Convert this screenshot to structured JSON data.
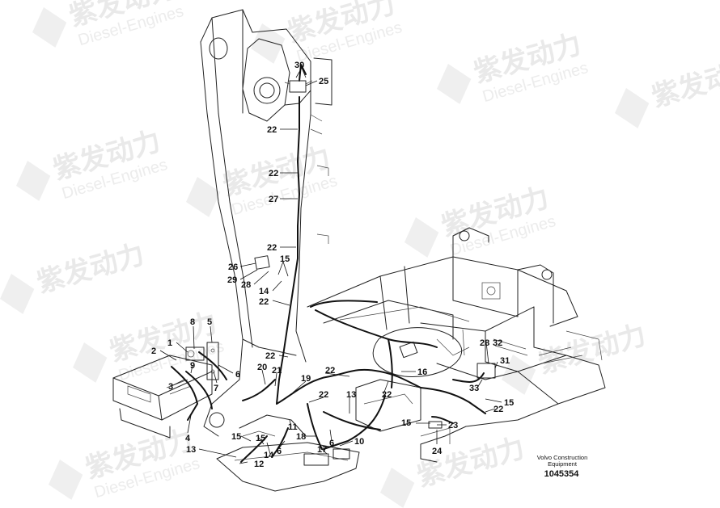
{
  "watermark": {
    "brand_cn": "紫发动力",
    "brand_en": "Diesel-Engines"
  },
  "callouts": [
    "1",
    "2",
    "3",
    "4",
    "5",
    "6",
    "7",
    "8",
    "9",
    "10",
    "11",
    "12",
    "13",
    "14",
    "15",
    "16",
    "17",
    "18",
    "19",
    "20",
    "21",
    "22",
    "23",
    "24",
    "25",
    "26",
    "27",
    "28",
    "29",
    "30",
    "31",
    "32",
    "33"
  ],
  "footer": {
    "maker_line1": "Volvo Construction",
    "maker_line2": "Equipment",
    "document_number": "1045354"
  }
}
